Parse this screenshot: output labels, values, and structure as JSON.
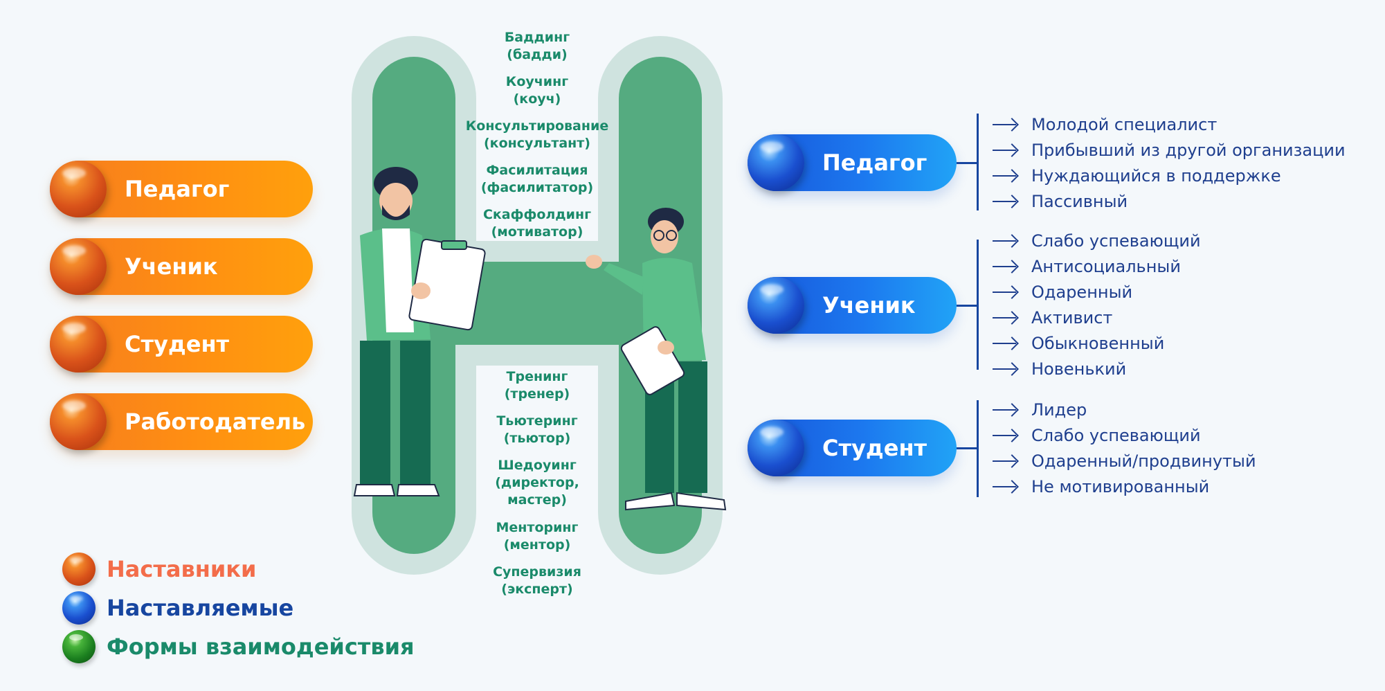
{
  "colors": {
    "mentor_orange": "#ff8f12",
    "mentee_blue": "#1c78ef",
    "forms_green": "#1a8a6a",
    "h_green": "#55ab80",
    "h_halo": "#cfe3df",
    "list_blue": "#1f3f8e"
  },
  "mentors": [
    {
      "label": "Педагог"
    },
    {
      "label": "Ученик"
    },
    {
      "label": "Студент"
    },
    {
      "label": "Работодатель"
    }
  ],
  "forms_top": [
    {
      "line1": "Баддинг",
      "line2": "(бадди)"
    },
    {
      "line1": "Коучинг",
      "line2": "(коуч)"
    },
    {
      "line1": "Консультирование",
      "line2": "(консультант)"
    },
    {
      "line1": "Фасилитация",
      "line2": "(фасилитатор)"
    },
    {
      "line1": "Скаффолдинг",
      "line2": "(мотиватор)"
    }
  ],
  "forms_bottom": [
    {
      "line1": "Тренинг",
      "line2": "(тренер)"
    },
    {
      "line1": "Тьютеринг",
      "line2": "(тьютор)"
    },
    {
      "line1": "Шедоуинг",
      "line2": "(директор,",
      "line3": "мастер)"
    },
    {
      "line1": "Менторинг",
      "line2": "(ментор)"
    },
    {
      "line1": "Супервизия",
      "line2": "(эксперт)"
    }
  ],
  "mentees": [
    {
      "label": "Педагог",
      "items": [
        "Молодой специалист",
        "Прибывший из другой организации",
        "Нуждающийся в поддержке",
        "Пассивный"
      ]
    },
    {
      "label": "Ученик",
      "items": [
        "Слабо успевающий",
        "Антисоциальный",
        "Одаренный",
        "Активист",
        "Обыкновенный",
        "Новенький"
      ]
    },
    {
      "label": "Студент",
      "items": [
        "Лидер",
        "Слабо успевающий",
        "Одаренный/продвинутый",
        "Не мотивированный"
      ]
    }
  ],
  "legend": [
    {
      "label": "Наставники",
      "color": "#f36d4a"
    },
    {
      "label": "Наставляемые",
      "color": "#1746a0"
    },
    {
      "label": "Формы взаимодействия",
      "color": "#1a8a6a"
    }
  ]
}
